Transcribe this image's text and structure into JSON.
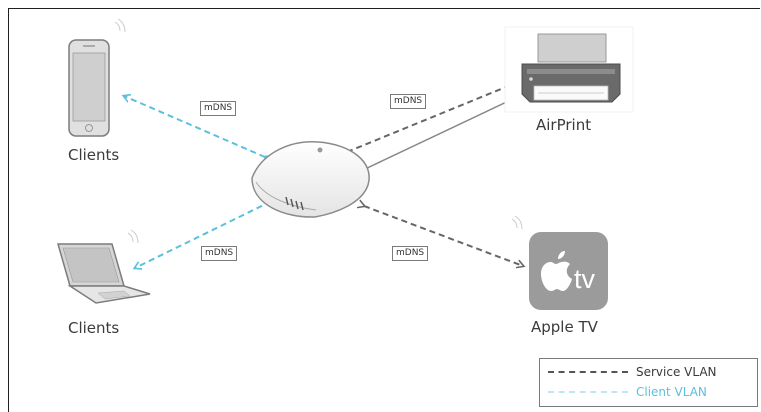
{
  "nodes": {
    "phone_label": "Clients",
    "laptop_label": "Clients",
    "printer_label": "AirPrint",
    "appletv_label": "Apple TV",
    "appletv_screen_text": "tv"
  },
  "links": {
    "phone_to_ap": "mDNS",
    "printer_to_ap": "mDNS",
    "laptop_to_ap": "mDNS",
    "appletv_to_ap": "mDNS"
  },
  "legend": {
    "service": {
      "label": "Service VLAN",
      "color": "#555555"
    },
    "client": {
      "label": "Client VLAN",
      "color": "#5bc0de"
    }
  },
  "icons": [
    "phone-icon",
    "laptop-icon",
    "access-point-icon",
    "printer-icon",
    "apple-tv-icon",
    "wifi-signal-icon"
  ]
}
